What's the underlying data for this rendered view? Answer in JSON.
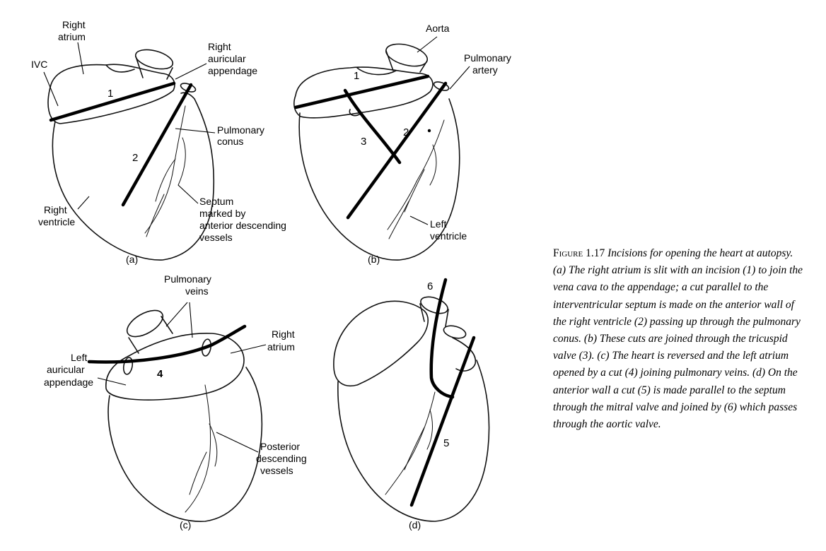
{
  "panels": {
    "a": {
      "tag": "(a)",
      "labels": {
        "right_atrium": [
          "Right",
          "atrium"
        ],
        "ivc": "IVC",
        "right_auricular_appendage": [
          "Right",
          "auricular",
          "appendage"
        ],
        "pulmonary_conus": [
          "Pulmonary",
          "conus"
        ],
        "right_ventricle": [
          "Right",
          "ventricle"
        ],
        "septum": [
          "Septum",
          "marked by",
          "anterior descending",
          "vessels"
        ]
      },
      "cuts": [
        "1",
        "2"
      ]
    },
    "b": {
      "tag": "(b)",
      "labels": {
        "aorta": "Aorta",
        "pulmonary_artery": [
          "Pulmonary",
          "artery"
        ],
        "left_ventricle": [
          "Left",
          "ventricle"
        ]
      },
      "cuts": [
        "1",
        "2",
        "3"
      ]
    },
    "c": {
      "tag": "(c)",
      "labels": {
        "pulmonary_veins": [
          "Pulmonary",
          "veins"
        ],
        "right_atrium": [
          "Right",
          "atrium"
        ],
        "left_auricular_appendage": [
          "Left",
          "auricular",
          "appendage"
        ],
        "posterior_vessels": [
          "Posterior",
          "descending",
          "vessels"
        ]
      },
      "cuts": [
        "4"
      ]
    },
    "d": {
      "tag": "(d)",
      "cuts": [
        "6",
        "5"
      ]
    }
  },
  "caption": {
    "figure_label": "Figure 1.17",
    "text": "Incisions for opening the heart at autopsy. (a) The right atrium is slit with an incision (1) to join the vena cava to the appendage; a cut parallel to the interventricular septum is made on the anterior wall of the right ventricle (2) passing up through the pulmonary conus. (b) These cuts are joined through the tricuspid valve (3). (c) The heart is reversed and the left atrium opened by a cut (4) joining pulmonary veins. (d) On the anterior wall a cut (5) is made parallel to the septum through the mitral valve and joined by (6) which passes through the aortic valve."
  }
}
